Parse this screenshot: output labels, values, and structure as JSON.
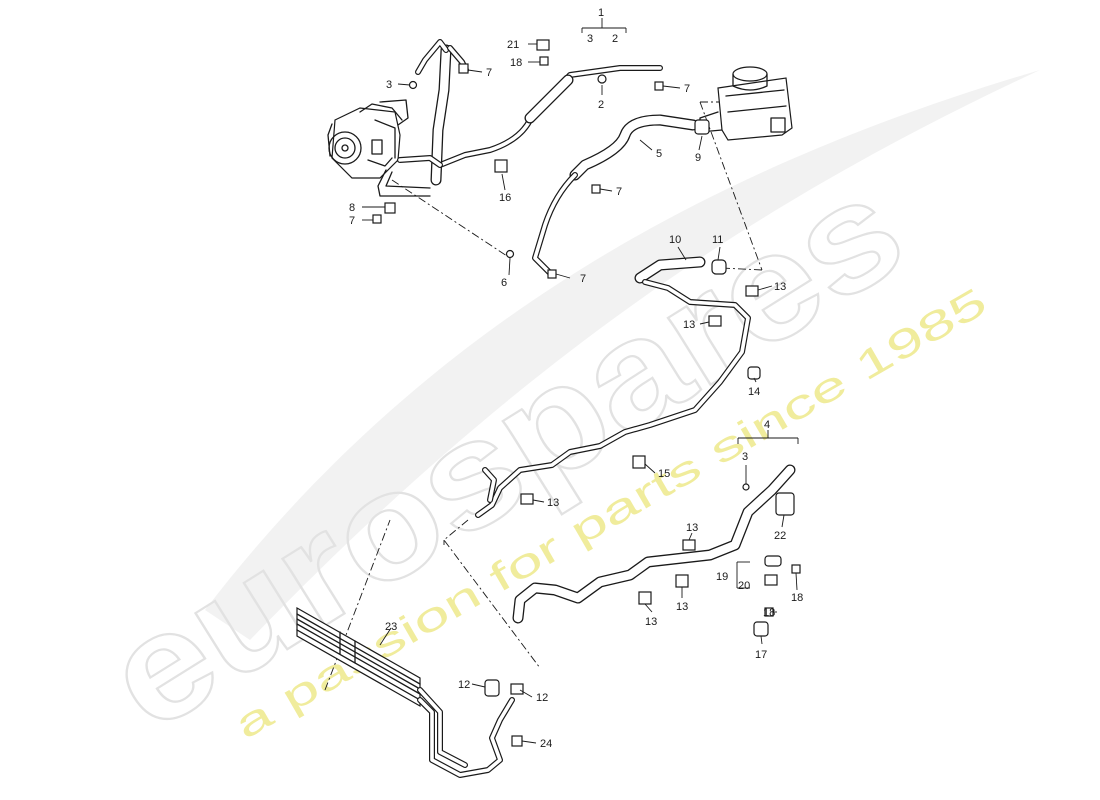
{
  "watermark": {
    "brand": "eurospares",
    "tagline": "a passion for parts since 1985"
  },
  "callouts": [
    {
      "id": "c1",
      "text": "1"
    },
    {
      "id": "c2a",
      "text": "2"
    },
    {
      "id": "c3a",
      "text": "3"
    },
    {
      "id": "c2b",
      "text": "2"
    },
    {
      "id": "c3b",
      "text": "3"
    },
    {
      "id": "c21",
      "text": "21"
    },
    {
      "id": "c18a",
      "text": "18"
    },
    {
      "id": "c7a",
      "text": "7"
    },
    {
      "id": "c7b",
      "text": "7"
    },
    {
      "id": "c7c",
      "text": "7"
    },
    {
      "id": "c7d",
      "text": "7"
    },
    {
      "id": "c7e",
      "text": "7"
    },
    {
      "id": "c16",
      "text": "16"
    },
    {
      "id": "c5",
      "text": "5"
    },
    {
      "id": "c9",
      "text": "9"
    },
    {
      "id": "c8",
      "text": "8"
    },
    {
      "id": "c6",
      "text": "6"
    },
    {
      "id": "c10",
      "text": "10"
    },
    {
      "id": "c11",
      "text": "11"
    },
    {
      "id": "c13a",
      "text": "13"
    },
    {
      "id": "c13b",
      "text": "13"
    },
    {
      "id": "c14",
      "text": "14"
    },
    {
      "id": "c4",
      "text": "4"
    },
    {
      "id": "c3c",
      "text": "3"
    },
    {
      "id": "c15",
      "text": "15"
    },
    {
      "id": "c13c",
      "text": "13"
    },
    {
      "id": "c22",
      "text": "22"
    },
    {
      "id": "c13d",
      "text": "13"
    },
    {
      "id": "c19",
      "text": "19"
    },
    {
      "id": "c20",
      "text": "20"
    },
    {
      "id": "c18b",
      "text": "18"
    },
    {
      "id": "c13e",
      "text": "13"
    },
    {
      "id": "c13f",
      "text": "13"
    },
    {
      "id": "c18c",
      "text": "18"
    },
    {
      "id": "c17",
      "text": "17"
    },
    {
      "id": "c23",
      "text": "23"
    },
    {
      "id": "c12a",
      "text": "12"
    },
    {
      "id": "c12b",
      "text": "12"
    },
    {
      "id": "c24",
      "text": "24"
    }
  ]
}
